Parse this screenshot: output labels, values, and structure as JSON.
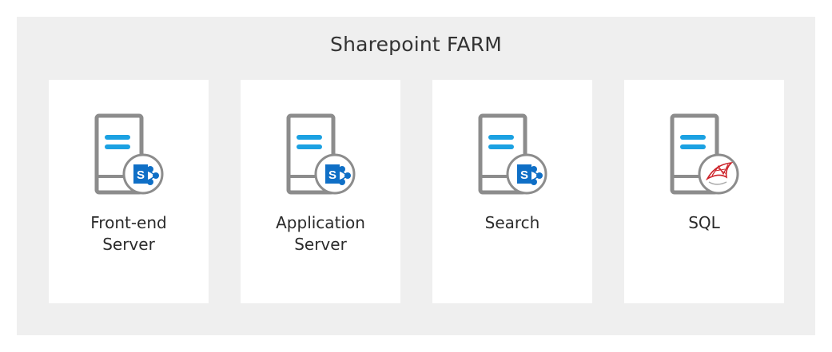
{
  "farm": {
    "title": "Sharepoint FARM"
  },
  "colors": {
    "background": "#efefef",
    "card": "#ffffff",
    "server_gray": "#8c8c8c",
    "accent_blue": "#1ba1e2",
    "sharepoint_blue": "#0f6fc6",
    "sql_red": "#cc2027"
  },
  "servers": [
    {
      "name": "front-end",
      "label_lines": [
        "Front-end",
        "Server"
      ],
      "icon": "sharepoint-icon",
      "badge_letter": "S"
    },
    {
      "name": "application",
      "label_lines": [
        "Application",
        "Server"
      ],
      "icon": "sharepoint-icon",
      "badge_letter": "S"
    },
    {
      "name": "search",
      "label_lines": [
        "Search"
      ],
      "icon": "sharepoint-icon",
      "badge_letter": "S"
    },
    {
      "name": "sql",
      "label_lines": [
        "SQL"
      ],
      "icon": "sql-server-icon",
      "badge_letter": ""
    }
  ]
}
